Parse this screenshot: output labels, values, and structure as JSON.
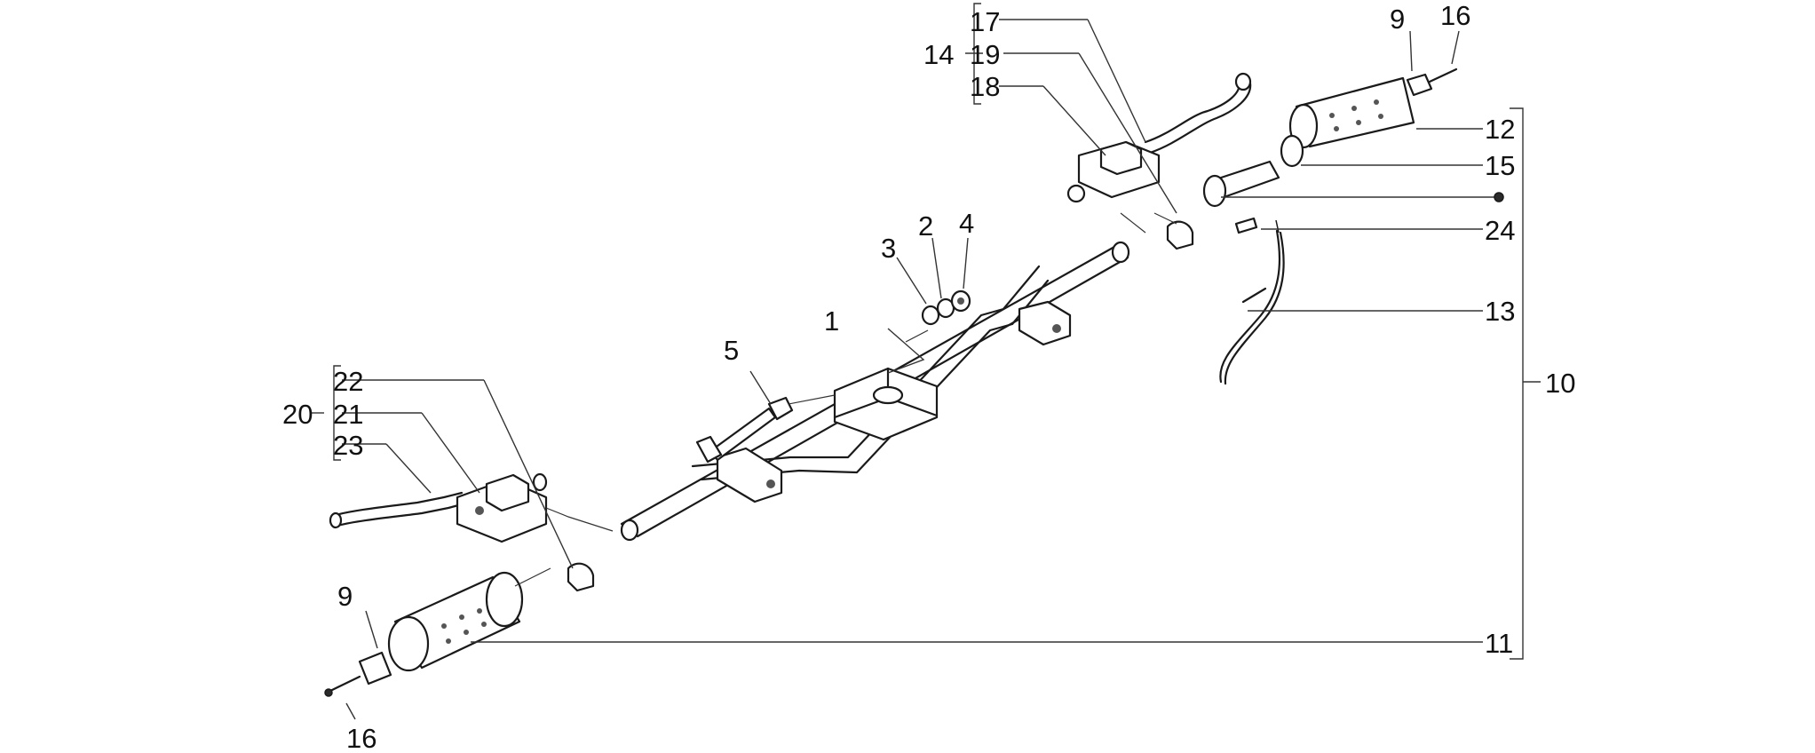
{
  "labels": {
    "l1": "1",
    "l2": "2",
    "l3": "3",
    "l4": "4",
    "l5": "5",
    "l9a": "9",
    "l9b": "9",
    "l10": "10",
    "l11": "11",
    "l12": "12",
    "l13": "13",
    "l14": "14",
    "l15": "15",
    "l16a": "16",
    "l16b": "16",
    "l17": "17",
    "l18": "18",
    "l19": "19",
    "l20": "20",
    "l21": "21",
    "l22": "22",
    "l23": "23",
    "l24": "24"
  }
}
